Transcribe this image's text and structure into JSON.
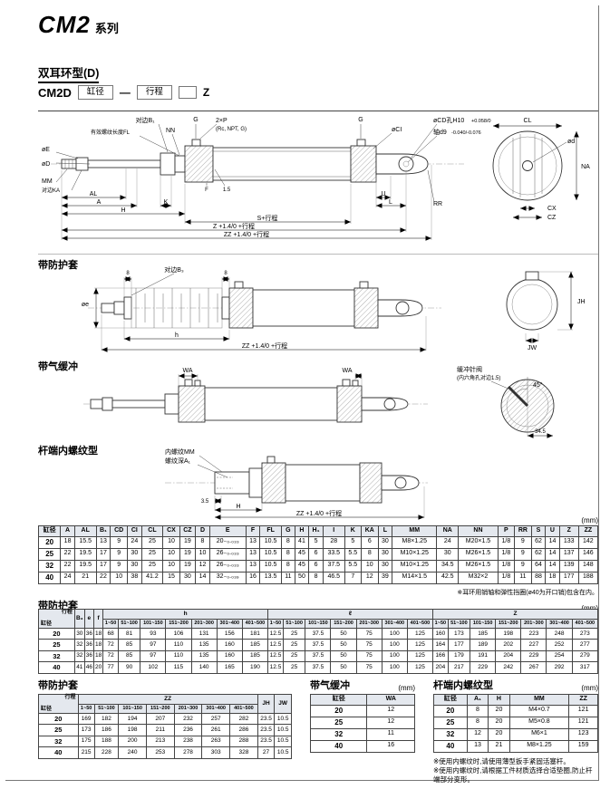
{
  "page": {
    "title": "CM2",
    "title_suffix": "系列",
    "section": "双耳环型(D)"
  },
  "model_row": {
    "prefix": "CM2D",
    "bore": "缸径",
    "dash": "—",
    "stroke": "行程",
    "suffix": "Z"
  },
  "headings": {
    "boot": "带防护套",
    "cushion": "带气缓冲",
    "female": "杆端内螺纹型",
    "unit": "(mm)"
  },
  "drawings": {
    "main": {
      "b1": "对边B₁",
      "fl": "有效螺纹长度FL",
      "nn": "NN",
      "g1": "G",
      "p": "2×P",
      "p_sub": "(Rc, NPT, G)",
      "g2": "G",
      "ci": "øCI",
      "cd": "øCD孔H10",
      "cd_tol": "+0.058/0",
      "shaft": "轴d9",
      "shaft_tol": "-0.040/-0.076",
      "oe": "øE",
      "od": "øD",
      "mm": "MM",
      "ka": "对边KA",
      "al": "AL",
      "a": "A",
      "k": "K",
      "h": "H",
      "f": "F",
      "r15": "1.5",
      "u": "U",
      "l": "L",
      "rr": "RR",
      "s": "S+行程",
      "z": "Z +1.4/0 +行程",
      "zz": "ZZ +1.4/0 +行程",
      "cl": "CL",
      "odp": "ød",
      "na": "NA",
      "cx": "CX",
      "cz": "CZ"
    },
    "boot": {
      "b3": "对边B₃",
      "d8a": "8",
      "d8b": "8",
      "oe": "øe",
      "h": "h",
      "zz": "ZZ +1.4/0 +行程",
      "jh": "JH",
      "jw": "JW"
    },
    "cushion": {
      "wa1": "WA",
      "wa2": "WA",
      "valve": "缓冲针阀",
      "valve_sub": "(内六角孔对边1.5)",
      "deg": "45°",
      "d345": "34.5"
    },
    "female": {
      "mm": "内螺纹MM",
      "a1": "螺纹深A₁",
      "d35": "3.5",
      "h": "H",
      "zz": "ZZ +1.4/0 +行程"
    }
  },
  "main_table": {
    "header": [
      "缸径",
      "A",
      "AL",
      "B₁",
      "CD",
      "CI",
      "CL",
      "CX",
      "CZ",
      "D",
      "E",
      "F",
      "FL",
      "G",
      "H",
      "H₁",
      "I",
      "K",
      "KA",
      "L",
      "MM",
      "NA",
      "NN",
      "P",
      "RR",
      "S",
      "U",
      "Z",
      "ZZ"
    ],
    "rows": [
      [
        "20",
        "18",
        "15.5",
        "13",
        "9",
        "24",
        "25",
        "10",
        "19",
        "8",
        "20₋₀.₀₃₃",
        "13",
        "10.5",
        "8",
        "41",
        "5",
        "28",
        "5",
        "6",
        "30",
        "M8×1.25",
        "24",
        "M20×1.5",
        "1/8",
        "9",
        "62",
        "14",
        "133",
        "142"
      ],
      [
        "25",
        "22",
        "19.5",
        "17",
        "9",
        "30",
        "25",
        "10",
        "19",
        "10",
        "26₋₀.₀₃₃",
        "13",
        "10.5",
        "8",
        "45",
        "6",
        "33.5",
        "5.5",
        "8",
        "30",
        "M10×1.25",
        "30",
        "M26×1.5",
        "1/8",
        "9",
        "62",
        "14",
        "137",
        "146"
      ],
      [
        "32",
        "22",
        "19.5",
        "17",
        "9",
        "30",
        "25",
        "10",
        "19",
        "12",
        "26₋₀.₀₃₃",
        "13",
        "10.5",
        "8",
        "45",
        "6",
        "37.5",
        "5.5",
        "10",
        "30",
        "M10×1.25",
        "34.5",
        "M26×1.5",
        "1/8",
        "9",
        "64",
        "14",
        "139",
        "148"
      ],
      [
        "40",
        "24",
        "21",
        "22",
        "10",
        "38",
        "41.2",
        "15",
        "30",
        "14",
        "32₋₀.₀₃₉",
        "16",
        "13.5",
        "11",
        "50",
        "8",
        "46.5",
        "7",
        "12",
        "39",
        "M14×1.5",
        "42.5",
        "M32×2",
        "1/8",
        "11",
        "88",
        "18",
        "177",
        "188"
      ]
    ],
    "note": "※耳环用销轴和弹性挡圈(ø40为开口销)包含在内。"
  },
  "boot_table1": {
    "corner": {
      "top": "行程",
      "bottom": "缸径"
    },
    "pre": [
      "B₃",
      "e",
      "f"
    ],
    "groups": [
      {
        "label": "h",
        "cols": [
          "1~50",
          "51~100",
          "101~150",
          "151~200",
          "201~300",
          "301~400",
          "401~500"
        ]
      },
      {
        "label": "ℓ",
        "cols": [
          "1~50",
          "51~100",
          "101~150",
          "151~200",
          "201~300",
          "301~400",
          "401~500"
        ]
      },
      {
        "label": "Z",
        "cols": [
          "1~50",
          "51~100",
          "101~150",
          "151~200",
          "201~300",
          "301~400",
          "401~500"
        ]
      }
    ],
    "rows": [
      [
        "20",
        "30",
        "36",
        "18",
        "68",
        "81",
        "93",
        "106",
        "131",
        "156",
        "181",
        "12.5",
        "25",
        "37.5",
        "50",
        "75",
        "100",
        "125",
        "160",
        "173",
        "185",
        "198",
        "223",
        "248",
        "273"
      ],
      [
        "25",
        "32",
        "36",
        "18",
        "72",
        "85",
        "97",
        "110",
        "135",
        "160",
        "185",
        "12.5",
        "25",
        "37.5",
        "50",
        "75",
        "100",
        "125",
        "164",
        "177",
        "189",
        "202",
        "227",
        "252",
        "277"
      ],
      [
        "32",
        "32",
        "36",
        "18",
        "72",
        "85",
        "97",
        "110",
        "135",
        "160",
        "185",
        "12.5",
        "25",
        "37.5",
        "50",
        "75",
        "100",
        "125",
        "166",
        "179",
        "191",
        "204",
        "229",
        "254",
        "279"
      ],
      [
        "40",
        "41",
        "46",
        "20",
        "77",
        "90",
        "102",
        "115",
        "140",
        "165",
        "190",
        "12.5",
        "25",
        "37.5",
        "50",
        "75",
        "100",
        "125",
        "204",
        "217",
        "229",
        "242",
        "267",
        "292",
        "317"
      ]
    ]
  },
  "boot_table2": {
    "corner": {
      "top": "行程",
      "bottom": "缸径"
    },
    "groups": [
      {
        "label": "ZZ",
        "cols": [
          "1~50",
          "51~100",
          "101~150",
          "151~200",
          "201~300",
          "301~400",
          "401~500"
        ]
      }
    ],
    "post": [
      "JH",
      "JW"
    ],
    "rows": [
      [
        "20",
        "169",
        "182",
        "194",
        "207",
        "232",
        "257",
        "282",
        "23.5",
        "10.5"
      ],
      [
        "25",
        "173",
        "186",
        "198",
        "211",
        "236",
        "261",
        "286",
        "23.5",
        "10.5"
      ],
      [
        "32",
        "175",
        "188",
        "200",
        "213",
        "238",
        "263",
        "288",
        "23.5",
        "10.5"
      ],
      [
        "40",
        "215",
        "228",
        "240",
        "253",
        "278",
        "303",
        "328",
        "27",
        "10.5"
      ]
    ]
  },
  "cushion_table": {
    "header": [
      "缸径",
      "WA"
    ],
    "rows": [
      [
        "20",
        "12"
      ],
      [
        "25",
        "12"
      ],
      [
        "32",
        "11"
      ],
      [
        "40",
        "16"
      ]
    ]
  },
  "female_table": {
    "header": [
      "缸径",
      "A₁",
      "H",
      "MM",
      "ZZ"
    ],
    "rows": [
      [
        "20",
        "8",
        "20",
        "M4×0.7",
        "121"
      ],
      [
        "25",
        "8",
        "20",
        "M5×0.8",
        "121"
      ],
      [
        "32",
        "12",
        "20",
        "M6×1",
        "123"
      ],
      [
        "40",
        "13",
        "21",
        "M8×1.25",
        "159"
      ]
    ],
    "notes": [
      "※使用内螺纹时,请使用薄型扳手紧固活塞杆。",
      "※使用内螺纹时,请根据工件材质选择合适垫圈,防止杆端部分变形。"
    ]
  }
}
